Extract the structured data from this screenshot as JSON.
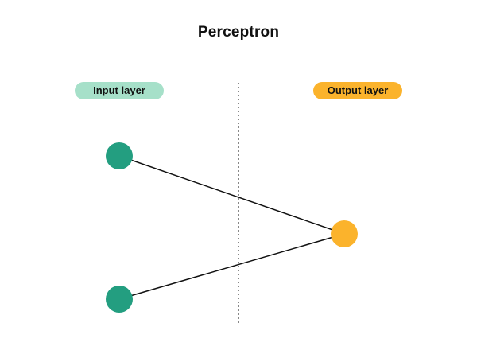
{
  "title": "Perceptron",
  "layers": {
    "input": {
      "label": "Input layer",
      "color": "#a6e0c9",
      "node_color": "#239e80",
      "node_count": 2
    },
    "output": {
      "label": "Output layer",
      "color": "#fbb32c",
      "node_color": "#fbb32c",
      "node_count": 1
    }
  },
  "connections": [
    {
      "from": "input-1",
      "to": "output-1"
    },
    {
      "from": "input-2",
      "to": "output-1"
    }
  ],
  "divider": {
    "style": "dotted",
    "color": "#555555"
  },
  "edge_color": "#111111"
}
